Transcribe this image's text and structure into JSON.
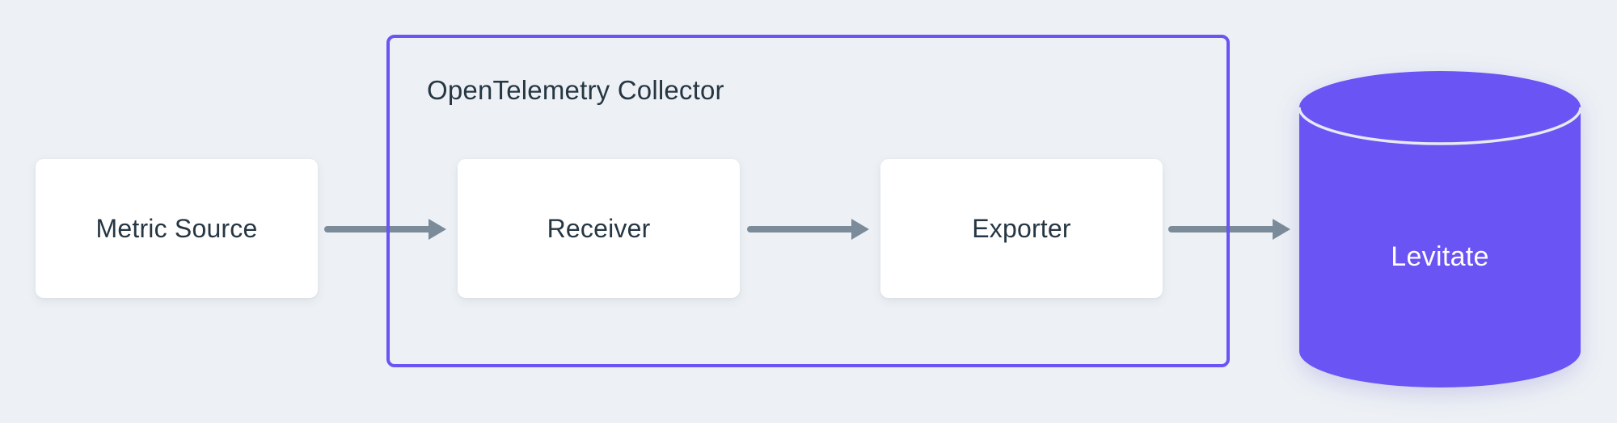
{
  "colors": {
    "background": "#edf1f5",
    "accent": "#6a54f4",
    "box-bg": "#ffffff",
    "text-dark": "#263743",
    "arrow": "#7b8b99",
    "cyl-text": "#ffffff",
    "cyl-seam": "#e8e9f1"
  },
  "diagram": {
    "container": {
      "label": "OpenTelemetry Collector"
    },
    "nodes": {
      "metric_source": {
        "label": "Metric Source"
      },
      "receiver": {
        "label": "Receiver"
      },
      "exporter": {
        "label": "Exporter"
      },
      "levitate": {
        "label": "Levitate"
      }
    },
    "icons": {
      "arrow": "arrow-right",
      "database": "database-cylinder"
    }
  }
}
